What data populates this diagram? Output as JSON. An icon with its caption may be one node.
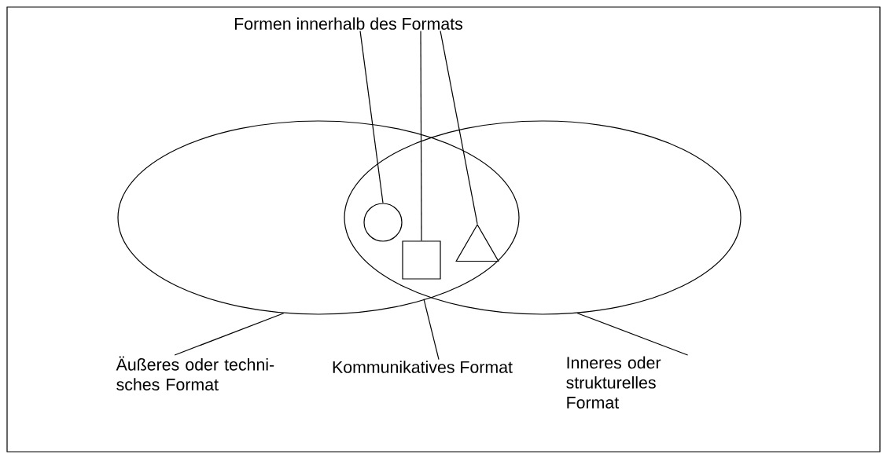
{
  "diagram": {
    "nodes": [
      {
        "text": [
          "Formen innerhalb des Formats"
        ]
      },
      {
        "text": [],
        "shape": "ellipse"
      },
      {
        "text": [],
        "shape": "ellipse"
      },
      {
        "text": [],
        "shape": "circle"
      },
      {
        "text": [],
        "shape": "box"
      },
      {
        "text": [],
        "shape": "triangle"
      },
      {
        "text": [
          "Äußeres oder techni- sches Format"
        ]
      },
      {
        "text": [
          "Kommunikatives Format"
        ]
      },
      {
        "text": [
          "Inneres oder strukturelles Format"
        ]
      }
    ],
    "edges": [
      {
        "from": 0,
        "to": 3,
        "arrow": "none"
      },
      {
        "from": 0,
        "to": 4,
        "arrow": "none"
      },
      {
        "from": 0,
        "to": 5,
        "arrow": "none"
      },
      {
        "from": 6,
        "to": 1,
        "arrow": "none"
      },
      {
        "from": 7,
        "to": 1,
        "arrow": "none"
      },
      {
        "from": 7,
        "to": 2,
        "arrow": "none"
      },
      {
        "from": 8,
        "to": 2,
        "arrow": "none"
      }
    ]
  }
}
